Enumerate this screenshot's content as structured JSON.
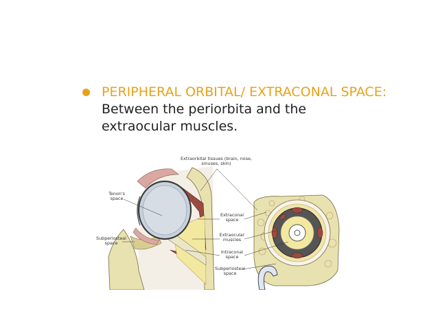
{
  "bullet": {
    "label": "PERIPHERAL ORBITAL/ EXTRACONAL SPACE:",
    "text_line1": "Between the periorbita and the",
    "text_line2": "extraocular muscles."
  },
  "figure": {
    "labels": {
      "extraorbital_line1": "Extraorbital tissues (brain, nose,",
      "extraorbital_line2": "sinuses, skin)",
      "tenons_line1": "Tenon's",
      "tenons_line2": "space",
      "subperiosteal_left_line1": "Subperiosteal",
      "subperiosteal_left_line2": "space",
      "extraconal_line1": "Extraconal",
      "extraconal_line2": "space",
      "extraocular_line1": "Extraocular",
      "extraocular_line2": "muscles",
      "intraconal_line1": "Intraconal",
      "intraconal_line2": "space",
      "subperiosteal_right_line1": "Subperiosteal",
      "subperiosteal_right_line2": "space"
    }
  },
  "colors": {
    "accent": "#e8a21a",
    "bone": "#e8e2b0",
    "globe": "#c8d2dc",
    "muscle": "#9a4a40",
    "fat": "#f3e8a0"
  }
}
